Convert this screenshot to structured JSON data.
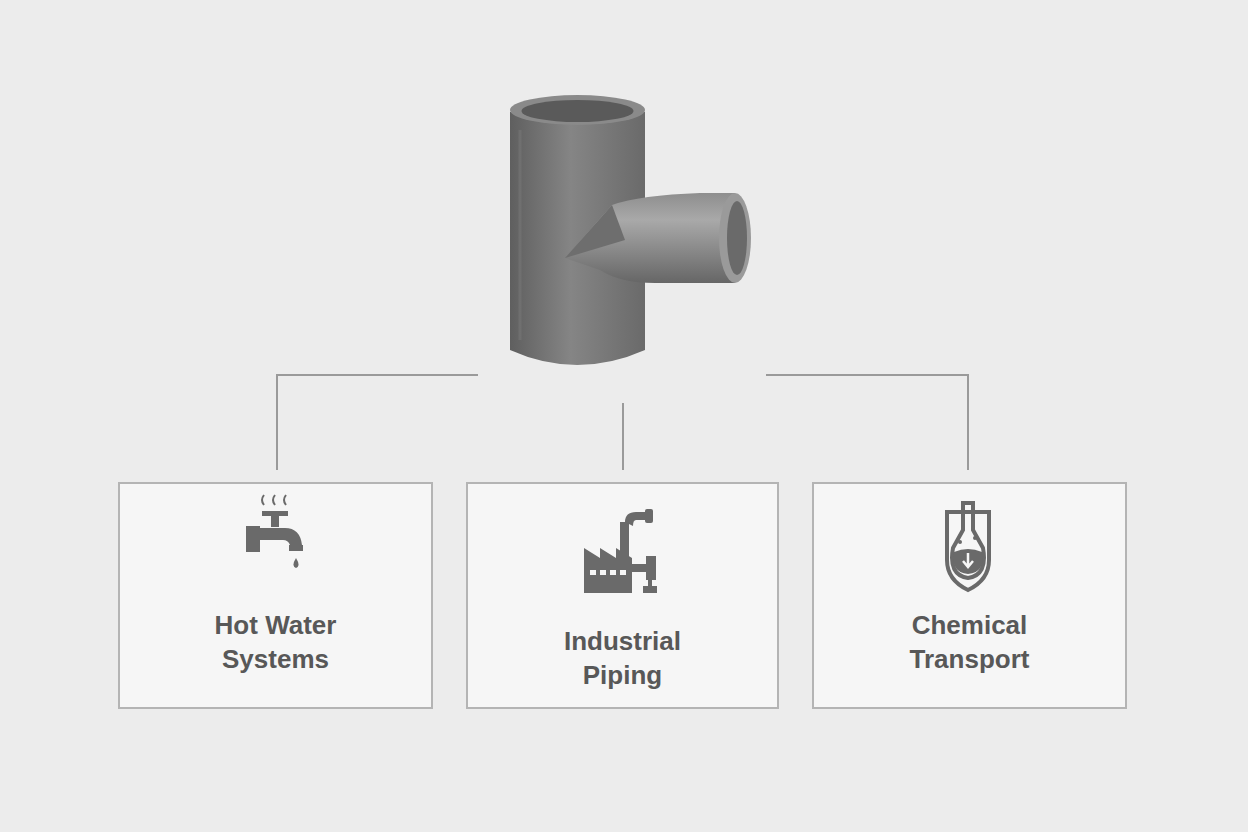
{
  "diagram": {
    "nodes": [
      {
        "text": [
          "Hot Water Systems"
        ]
      },
      {
        "text": [
          "Industrial Piping"
        ]
      },
      {
        "text": [
          "Chemical Transport"
        ]
      }
    ]
  }
}
